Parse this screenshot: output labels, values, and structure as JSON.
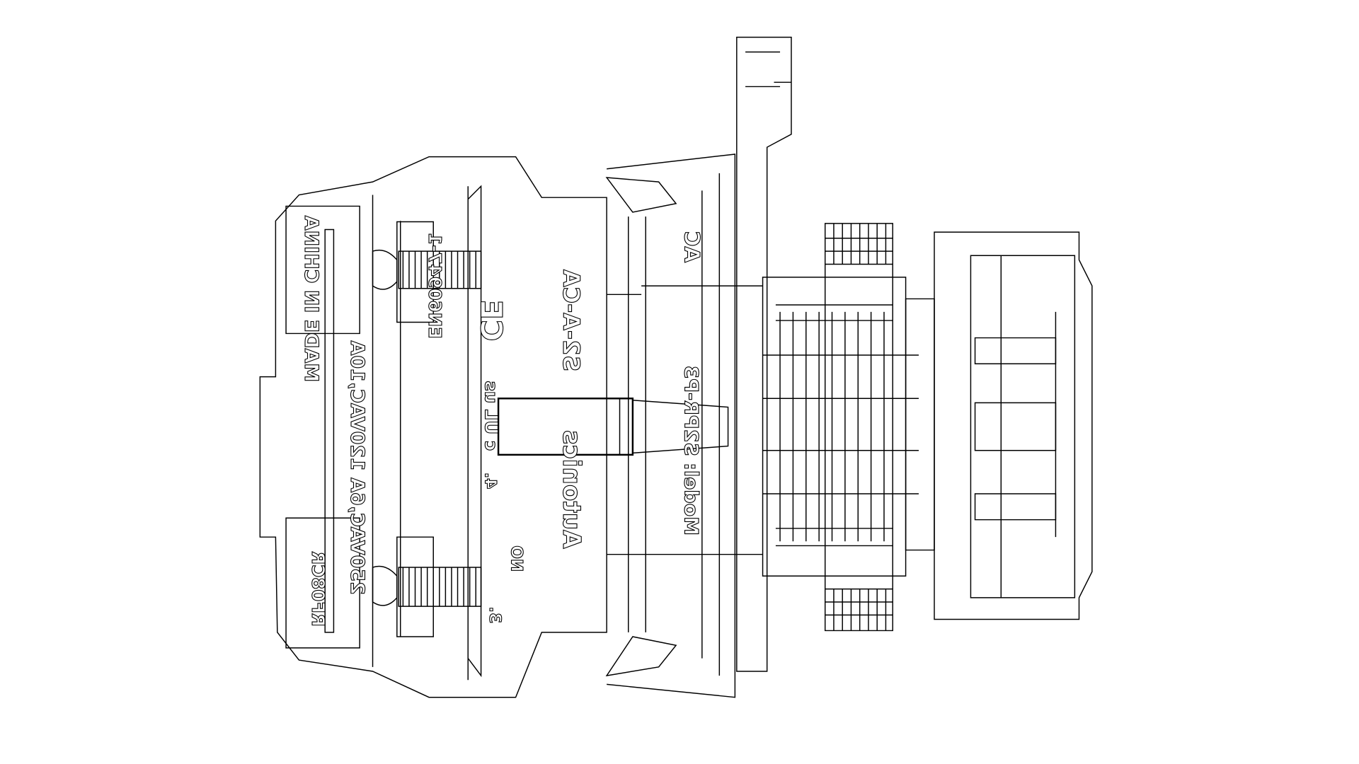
{
  "drawing": {
    "labels": {
      "made_in": "MADE IN CHINA",
      "rating": "250VAC,6A  120VAC,10A",
      "code": "RF08CR",
      "standard": "EN60947-1",
      "ce_mark": "CE",
      "ul_mark": "c UL us",
      "terminal_4": "4.",
      "terminal_3": "3.",
      "contact_type": "NO",
      "part": "S2-A-CA",
      "brand": "Autonics",
      "model": "Model: S2PR-P3",
      "extra": "AC"
    },
    "line_color": "#000000",
    "background": "#ffffff"
  }
}
